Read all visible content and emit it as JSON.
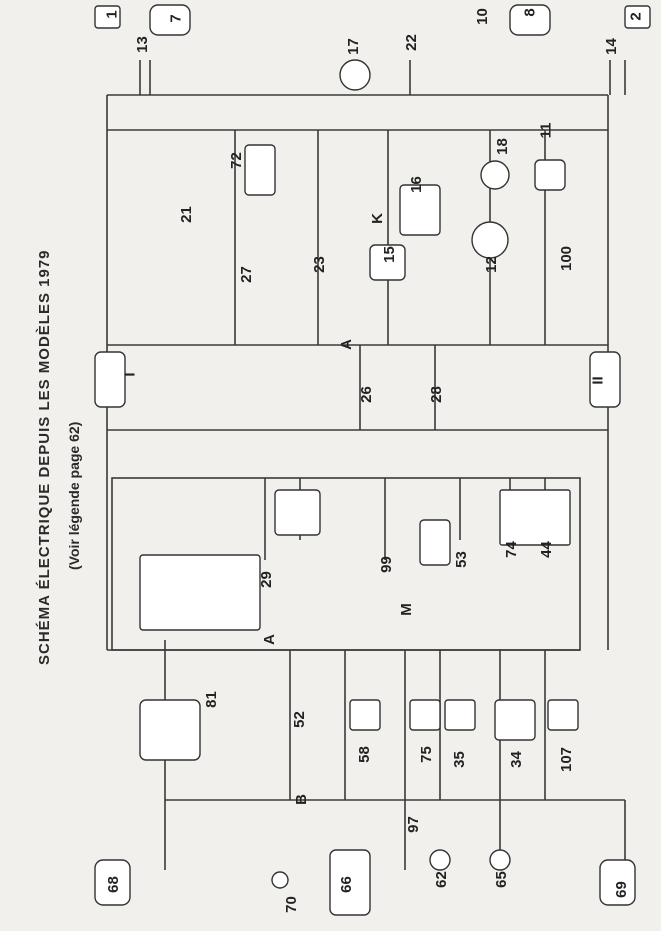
{
  "header": {
    "title": "SCHÉMA ÉLECTRIQUE DEPUIS LES MODÈLES 1979",
    "subtitle": "(Voir légende page 62)"
  },
  "diagram": {
    "component_labels": [
      "1",
      "7",
      "13",
      "17",
      "22",
      "10",
      "8",
      "2",
      "14",
      "72",
      "18",
      "11",
      "21",
      "27",
      "23",
      "15",
      "K",
      "16",
      "12",
      "100",
      "A",
      "I",
      "II",
      "26",
      "28",
      "29",
      "99",
      "53",
      "74",
      "44",
      "M",
      "A",
      "81",
      "52",
      "58",
      "75",
      "35",
      "34",
      "107",
      "B",
      "68",
      "70",
      "66",
      "97",
      "62",
      "65",
      "69"
    ],
    "wire_color": "#3a3a3a",
    "paper_color": "#f1f0ec"
  }
}
